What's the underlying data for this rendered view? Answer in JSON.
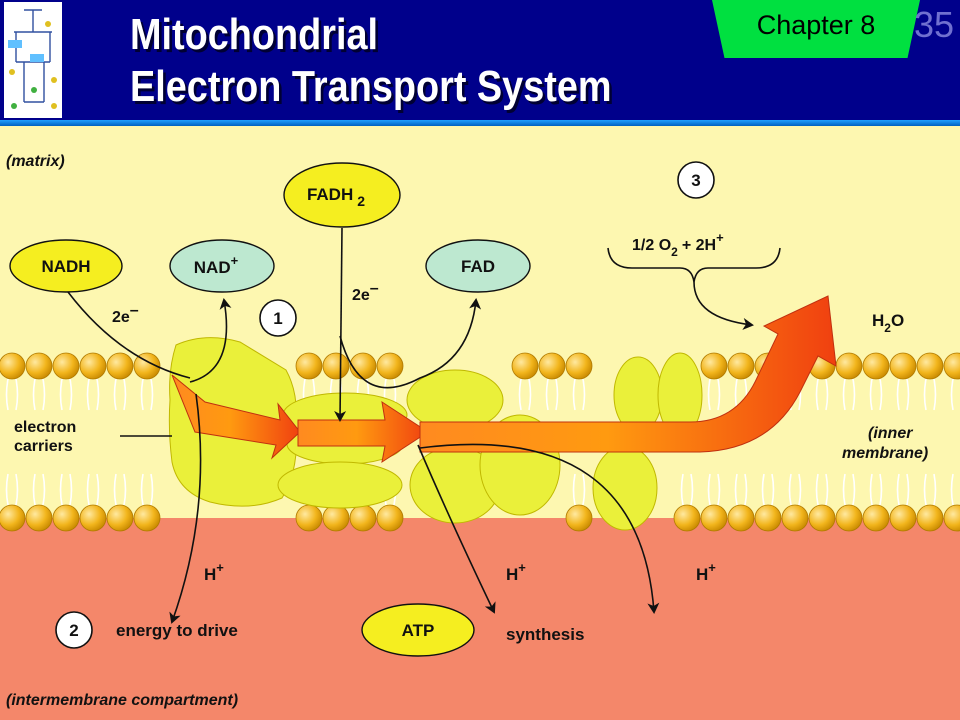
{
  "header": {
    "title_line1": "Mitochondrial",
    "title_line2": "Electron Transport System",
    "chapter": "Chapter 8",
    "slide_number": "35"
  },
  "diagram": {
    "matrix_label": "(matrix)",
    "intermembrane_label": "(intermembrane compartment)",
    "inner_membrane_line1": "(inner",
    "inner_membrane_line2": "membrane)",
    "electron_carriers_line1": "electron",
    "electron_carriers_line2": "carriers",
    "nadh": "NADH",
    "nad_plus": "NAD",
    "nad_plus_sup": "+",
    "fadh2": "FADH",
    "fadh2_sub": "2",
    "fad": "FAD",
    "electrons_1": "2e",
    "electrons_2": "2e",
    "electron_sign": "–",
    "step_1": "1",
    "step_2": "2",
    "step_3": "3",
    "oxygen_frac": "1/2 O",
    "oxygen_sub": "2",
    "oxygen_plus": "+ 2H",
    "oxygen_sup": "+",
    "water_h": "H",
    "water_sub": "2",
    "water_o": "O",
    "proton_h": "H",
    "proton_sup": "+",
    "energy_to_drive": "energy to drive",
    "atp": "ATP",
    "synthesis": "synthesis"
  },
  "colors": {
    "header_bg": "#00008b",
    "chapter_tab": "#00e040",
    "matrix_bg": "#fdf7b0",
    "intermembrane_bg": "#f4876a",
    "lipid_head": "#f2b51c",
    "protein": "#eaf03a",
    "arrow": "#f05020",
    "nadh_oval": "#f5ee20",
    "nad_oval": "#bde8d0"
  }
}
